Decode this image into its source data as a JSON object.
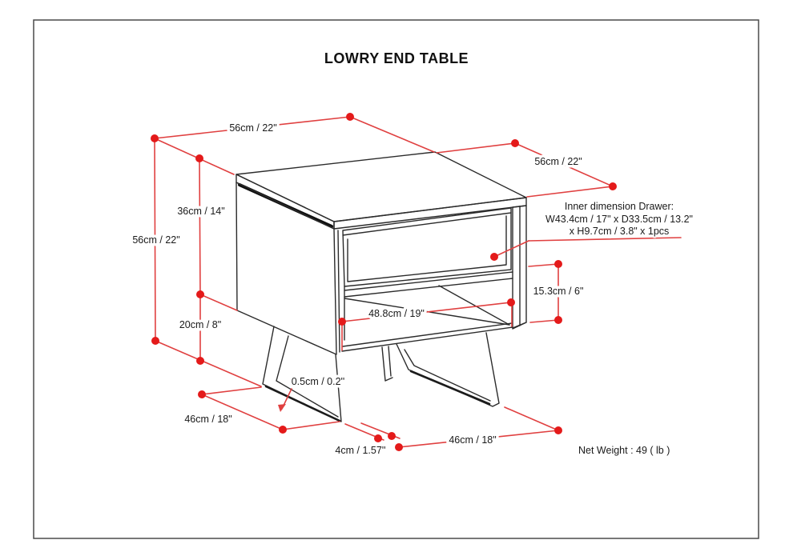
{
  "title": "LOWRY END TABLE",
  "colors": {
    "annotation_dot_red": "#e41a1a",
    "annotation_line_red": "#e04040",
    "drawing_line": "#2b2b2b",
    "text": "#1a1a1a"
  },
  "labels": {
    "top_width": "56cm / 22\"",
    "top_depth": "56cm / 22\"",
    "cabinet_height": "36cm / 14\"",
    "total_height": "56cm / 22\"",
    "leg_height": "20cm / 8\"",
    "base_depth": "46cm / 18\"",
    "metal_thickness": "0.5cm / 0.2''",
    "leg_bar_width": "4cm / 1.57''",
    "base_width": "46cm / 18\"",
    "shelf_width": "48.8cm / 19\"",
    "shelf_opening_height": "15.3cm / 6\""
  },
  "drawer_note": {
    "line1": "Inner dimension Drawer:",
    "line2": "W43.4cm / 17\" x D33.5cm / 13.2\"",
    "line3": "x H9.7cm / 3.8\" x 1pcs"
  },
  "net_weight": "Net Weight : 49 ( lb )"
}
